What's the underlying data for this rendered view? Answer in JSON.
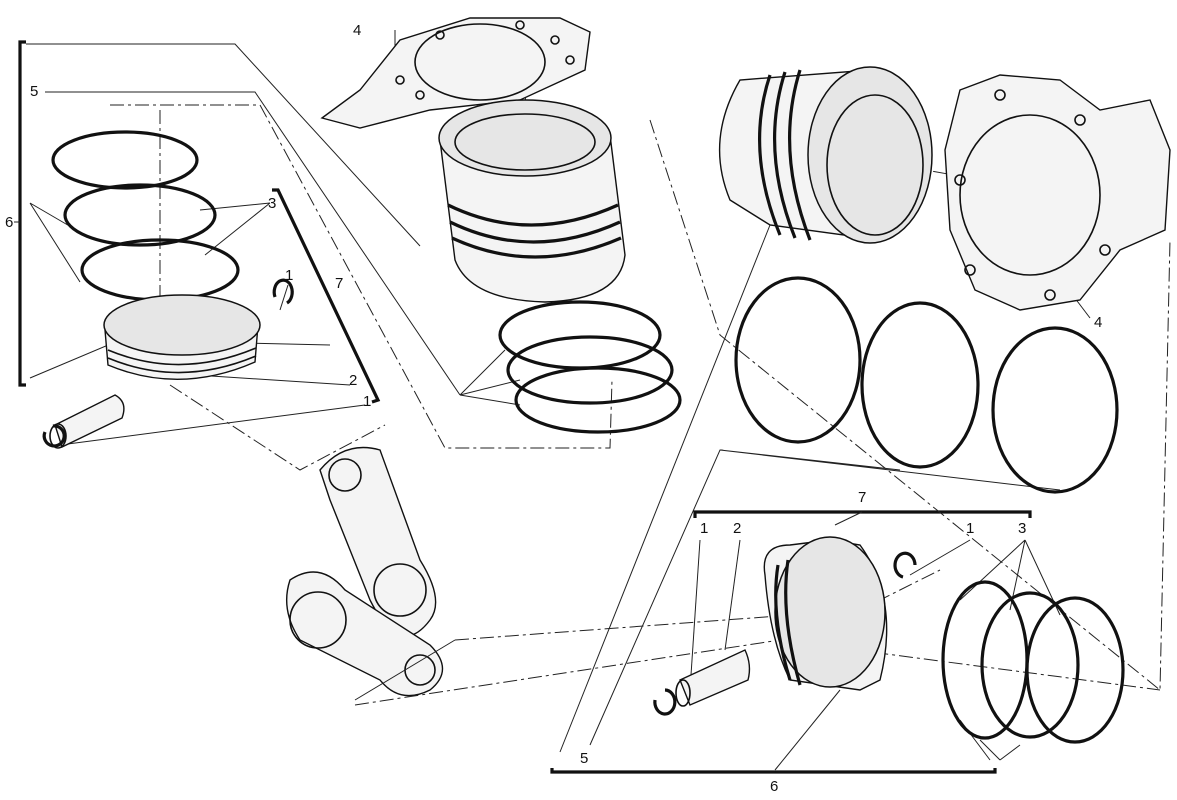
{
  "diagram": {
    "left_group": {
      "labels": {
        "gasket": "4",
        "cylinder": "5",
        "assembly": "6",
        "rings": "3",
        "circlip_top": "1",
        "piston_kit": "7",
        "pin": "2",
        "circlip_bottom": "1"
      }
    },
    "right_group": {
      "labels": {
        "gasket": "4",
        "piston_kit": "7",
        "circlip_left": "1",
        "pin": "2",
        "circlip_right": "1",
        "rings": "3",
        "cylinder": "5",
        "assembly": "6"
      }
    }
  }
}
